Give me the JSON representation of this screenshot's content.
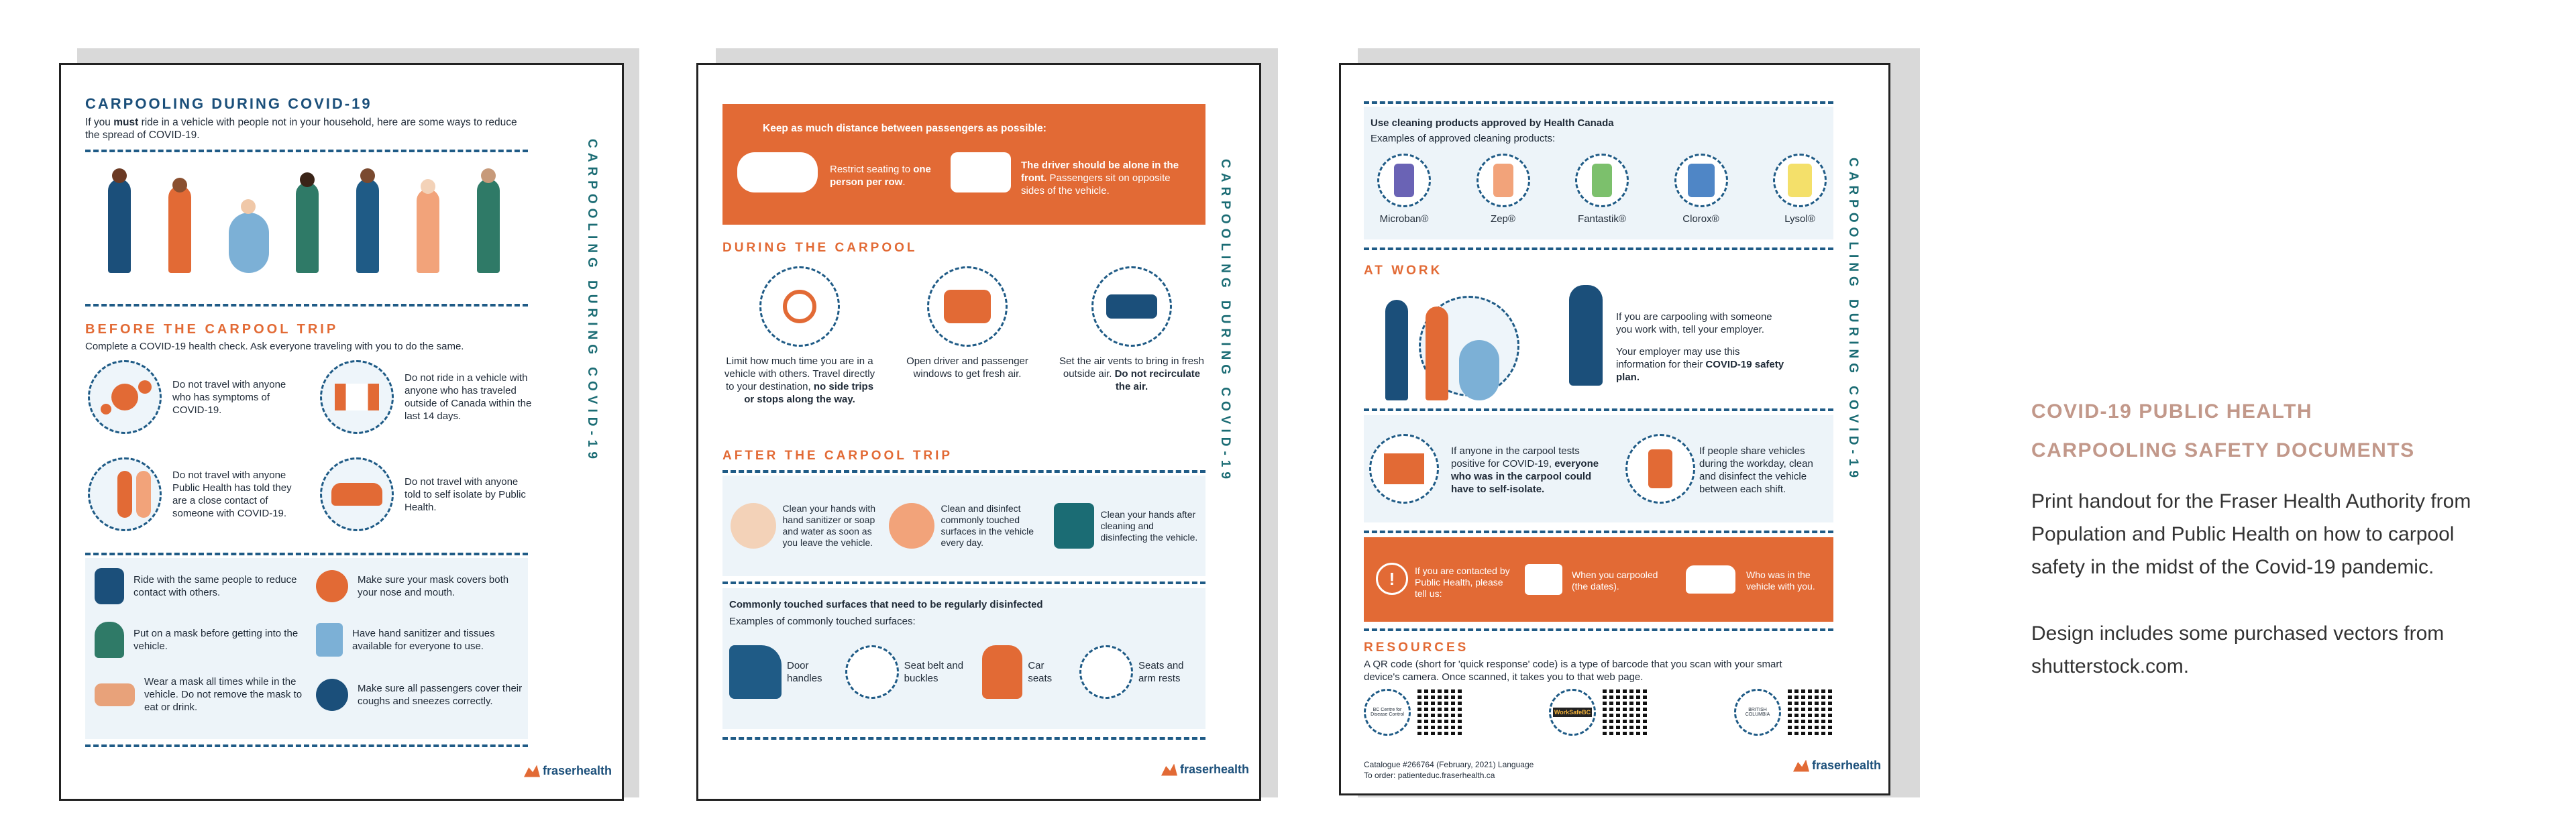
{
  "colors": {
    "navy": "#1b4f7a",
    "orange": "#e26a35",
    "teal": "#1b6c74",
    "light": "#edf4f9",
    "caption": "#c2988a"
  },
  "page1": {
    "title": "CARPOOLING DURING COVID-19",
    "intro_pre": "If you ",
    "intro_bold": "must",
    "intro_post": " ride in a vehicle with people not in your household, here are some ways to reduce the spread of COVID-19.",
    "side": "CARPOOLING DURING COVID-19",
    "before_heading": "BEFORE THE CARPOOL TRIP",
    "before_intro": "Complete a COVID-19 health check. Ask everyone traveling with you to do the same.",
    "checks": [
      {
        "icon": "virus-icon",
        "text": "Do not travel with anyone who has symptoms of COVID-19."
      },
      {
        "icon": "canada-flag-icon",
        "text": "Do not ride in a vehicle with anyone who has traveled outside of Canada within the last 14 days."
      },
      {
        "icon": "contacts-icon",
        "text": "Do not travel with anyone Public Health has told they are a close contact of someone with COVID-19."
      },
      {
        "icon": "car-icon",
        "text": "Do not travel with anyone told to self isolate by Public Health."
      }
    ],
    "tips": [
      {
        "icon": "distance-icon",
        "text": "Ride with the same people to reduce contact with others."
      },
      {
        "icon": "mask-face-icon",
        "text": "Make sure your mask covers both your nose and mouth."
      },
      {
        "icon": "mask-on-icon",
        "text": "Put on a mask before getting into the vehicle."
      },
      {
        "icon": "sanitizer-icon",
        "text": "Have hand sanitizer and tissues available for everyone to use."
      },
      {
        "icon": "mask-icon",
        "text": "Wear a mask all times while in the vehicle. Do not remove the mask to eat or drink."
      },
      {
        "icon": "sneeze-icon",
        "text": "Make sure all passengers cover their coughs and sneezes correctly."
      }
    ],
    "logo": "fraserhealth"
  },
  "page2": {
    "side": "CARPOOLING DURING COVID-19",
    "banner_title": "Keep as much distance between passengers as possible:",
    "banner_left_pre": "Restrict seating to ",
    "banner_left_bold": "one person per row",
    "banner_left_post": ".",
    "banner_right_bold": "The driver should be alone in the front.",
    "banner_right_post": " Passengers sit on opposite sides of the vehicle.",
    "during_heading": "DURING THE CARPOOL",
    "during": [
      {
        "icon": "clock-icon",
        "pre": "Limit how much time you are in a vehicle with others. Travel directly to your destination, ",
        "bold": "no side trips or stops along the way.",
        "post": ""
      },
      {
        "icon": "window-icon",
        "pre": "Open driver and passenger windows to get fresh air.",
        "bold": "",
        "post": ""
      },
      {
        "icon": "vent-icon",
        "pre": "Set the air vents to bring in fresh outside air. ",
        "bold": "Do not recirculate the air.",
        "post": ""
      }
    ],
    "after_heading": "AFTER THE CARPOOL TRIP",
    "after": [
      {
        "icon": "hands-icon",
        "text": "Clean your hands with hand sanitizer or soap and water as soon as you leave the vehicle."
      },
      {
        "icon": "spray-icon",
        "text": "Clean and disinfect commonly touched surfaces in the vehicle every day."
      },
      {
        "icon": "glove-icon",
        "text": "Clean your hands after cleaning and disinfecting the vehicle."
      }
    ],
    "surfaces_title": "Commonly touched surfaces that need to be regularly disinfected",
    "surfaces_intro": "Examples of commonly touched surfaces:",
    "surfaces": [
      {
        "icon": "door-icon",
        "text": "Door handles"
      },
      {
        "icon": "seatbelt-icon",
        "text": "Seat belt and buckles"
      },
      {
        "icon": "car-seat-icon",
        "text": "Car seats"
      },
      {
        "icon": "armrest-icon",
        "text": "Seats and arm rests"
      }
    ],
    "logo": "fraserhealth"
  },
  "page3": {
    "side": "CARPOOLING DURING COVID-19",
    "cleaning_title": "Use cleaning products approved by Health Canada",
    "cleaning_intro": "Examples of approved cleaning products:",
    "products": [
      "Microban®",
      "Zep®",
      "Fantastik®",
      "Clorox®",
      "Lysol®"
    ],
    "work_heading": "AT WORK",
    "work_text1": "If you are carpooling with someone you work with, tell your employer.",
    "work_text2_pre": "Your employer may use this information for their ",
    "work_text2_bold": "COVID-19 safety plan.",
    "positive_pre": "If anyone in the carpool tests positive for COVID-19, ",
    "positive_bold": "everyone who was in the carpool could have to self-isolate.",
    "share_text": "If people share vehicles during the workday, clean and disinfect the vehicle between each shift.",
    "contact_text": "If you are contacted by Public Health, please tell us:",
    "contact_when": "When you carpooled (the dates).",
    "contact_who": "Who was in the vehicle with you.",
    "resources_heading": "RESOURCES",
    "resources_text": "A QR code (short for 'quick response' code) is a type of barcode that you scan with your smart device's camera. Once scanned, it takes you to that web page.",
    "resource_logos": [
      "BC Centre for Disease Control",
      "WorkSafeBC",
      "BRITISH COLUMBIA"
    ],
    "catalogue": "Catalogue #266764 (February, 2021) Language",
    "order": "To order: patienteduc.fraserhealth.ca",
    "logo": "fraserhealth"
  },
  "caption": {
    "title_line1": "COVID-19 PUBLIC HEALTH",
    "title_line2": "CARPOOLING SAFETY DOCUMENTS",
    "para1": "Print handout for the Fraser Health Authority from Population and Public Health on how to carpool safety in the midst of the Covid-19 pandemic.",
    "para2": "Design includes some purchased vectors from shutterstock.com."
  }
}
